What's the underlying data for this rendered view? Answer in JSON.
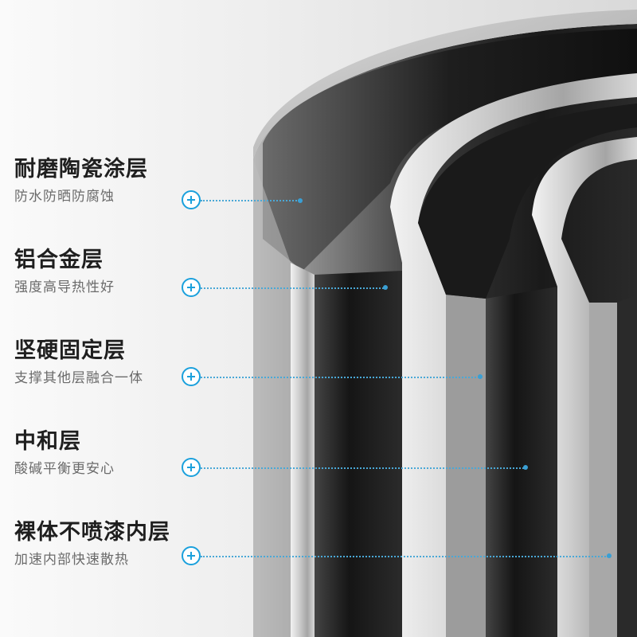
{
  "layers": [
    {
      "title": "耐磨陶瓷涂层",
      "desc": "防水防晒防腐蚀",
      "marker_icon": "plus-circle-icon"
    },
    {
      "title": "铝合金层",
      "desc": "强度高导热性好",
      "marker_icon": "plus-circle-icon"
    },
    {
      "title": "坚硬固定层",
      "desc": "支撑其他层融合一体",
      "marker_icon": "plus-circle-icon"
    },
    {
      "title": "中和层",
      "desc": "酸碱平衡更安心",
      "marker_icon": "plus-circle-icon"
    },
    {
      "title": "裸体不喷漆内层",
      "desc": "加速内部快速散热",
      "marker_icon": "plus-circle-icon"
    }
  ],
  "colors": {
    "accent": "#1aa0dc",
    "title": "#1f1f1f",
    "description": "#6b6b6b",
    "background": "#f3f3f3"
  }
}
